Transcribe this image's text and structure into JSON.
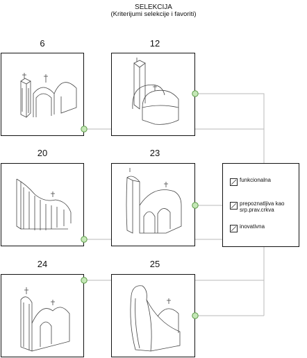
{
  "header": {
    "title": "SELEKCIJA",
    "subtitle": "(Kriterijumi selekcije i favoriti)"
  },
  "cards": [
    {
      "number": "6"
    },
    {
      "number": "12"
    },
    {
      "number": "20"
    },
    {
      "number": "23"
    },
    {
      "number": "24"
    },
    {
      "number": "25"
    }
  ],
  "criteria": [
    {
      "label": "funkcionalna",
      "checked": true
    },
    {
      "label": "prepoznatljiva kao srp.prav.crkva",
      "checked": true
    },
    {
      "label": "inovativna",
      "checked": true
    }
  ],
  "colors": {
    "node_fill": "#c5e8b7",
    "node_stroke": "#5c9c48",
    "connector": "#b8b8b8"
  }
}
